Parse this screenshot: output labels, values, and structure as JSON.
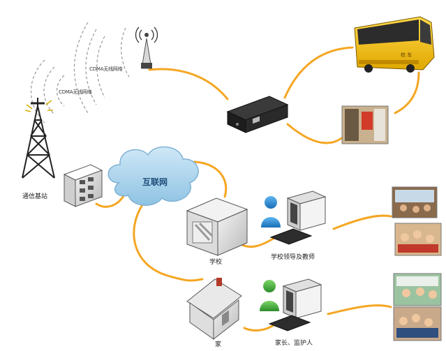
{
  "labels": {
    "cdma_1": "CDMA无线网络",
    "cdma_2": "CDMA无线网络",
    "base_station": "通信基站",
    "internet": "互联网",
    "school": "学校",
    "school_staff": "学校领导及教师",
    "home": "家",
    "parents": "家长、监护人",
    "bus_sign": "校 车"
  },
  "colors": {
    "link": "#f5a623",
    "cloud": "#a9d4ec",
    "bus": "#f2c300",
    "person_blue": "#2a8ad6",
    "person_green": "#3aa83a"
  },
  "icons": [
    "antenna-icon",
    "tower-icon",
    "server-icon",
    "cloud-icon",
    "dvr-icon",
    "school-building-icon",
    "house-icon",
    "computer-icon",
    "person-icon",
    "bus-icon",
    "photo"
  ]
}
